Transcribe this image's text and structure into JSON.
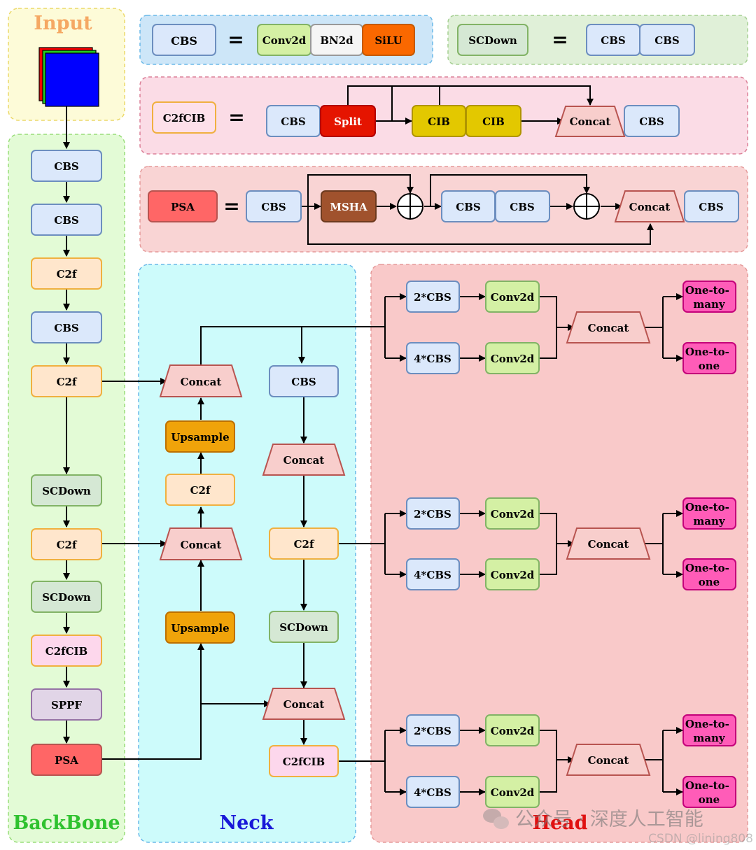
{
  "regions": {
    "input": "Input",
    "backbone": "BackBone",
    "neck": "Neck",
    "head": "Head"
  },
  "legend": {
    "cbs_def": {
      "lhs": "CBS",
      "eq": "=",
      "parts": [
        "Conv2d",
        "BN2d",
        "SiLU"
      ]
    },
    "scdown_def": {
      "lhs": "SCDown",
      "eq": "=",
      "parts": [
        "CBS",
        "CBS"
      ]
    },
    "c2fcib_def": {
      "lhs": "C2fCIB",
      "eq": "=",
      "parts": [
        "CBS",
        "Split",
        "CIB",
        "CIB",
        "Concat",
        "CBS"
      ]
    },
    "psa_def": {
      "lhs": "PSA",
      "eq": "=",
      "parts": [
        "CBS",
        "MSHA",
        "CBS",
        "CBS",
        "Concat",
        "CBS"
      ]
    }
  },
  "backbone_nodes": [
    "CBS",
    "CBS",
    "C2f",
    "CBS",
    "C2f",
    "SCDown",
    "C2f",
    "SCDown",
    "C2fCIB",
    "SPPF",
    "PSA"
  ],
  "neck_left": [
    "Concat",
    "Upsample",
    "C2f",
    "Concat",
    "Upsample"
  ],
  "neck_right": [
    "CBS",
    "Concat",
    "C2f",
    "SCDown",
    "Concat",
    "C2fCIB"
  ],
  "head_rows": [
    {
      "a": "2*CBS",
      "b": "4*CBS",
      "conv1": "Conv2d",
      "conv2": "Conv2d",
      "concat": "Concat",
      "out1": [
        "One-to-",
        "many"
      ],
      "out2": [
        "One-to-",
        "one"
      ]
    },
    {
      "a": "2*CBS",
      "b": "4*CBS",
      "conv1": "Conv2d",
      "conv2": "Conv2d",
      "concat": "Concat",
      "out1": [
        "One-to-",
        "many"
      ],
      "out2": [
        "One-to-",
        "one"
      ]
    },
    {
      "a": "2*CBS",
      "b": "4*CBS",
      "conv1": "Conv2d",
      "conv2": "Conv2d",
      "concat": "Concat",
      "out1": [
        "One-to-",
        "many"
      ],
      "out2": [
        "One-to-",
        "one"
      ]
    }
  ],
  "watermark": {
    "line1": "公众号 · 深度人工智能",
    "line2": "CSDN @lining808"
  }
}
